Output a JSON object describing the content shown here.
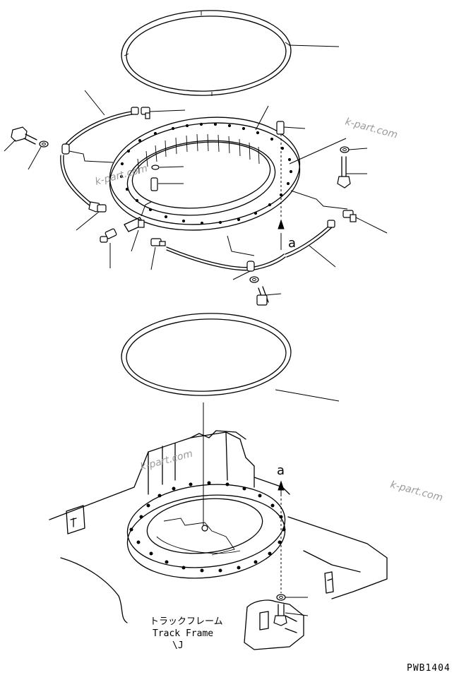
{
  "watermarks": [
    "k-part.com",
    "k-part.com",
    "k-part.com",
    "k-part.com"
  ],
  "view_marks": {
    "top": "a",
    "bottom": "a"
  },
  "track_frame": {
    "jp": "トラックフレーム",
    "en": "Track Frame",
    "sub": "\\J"
  },
  "drawing_code": "PWB1404"
}
